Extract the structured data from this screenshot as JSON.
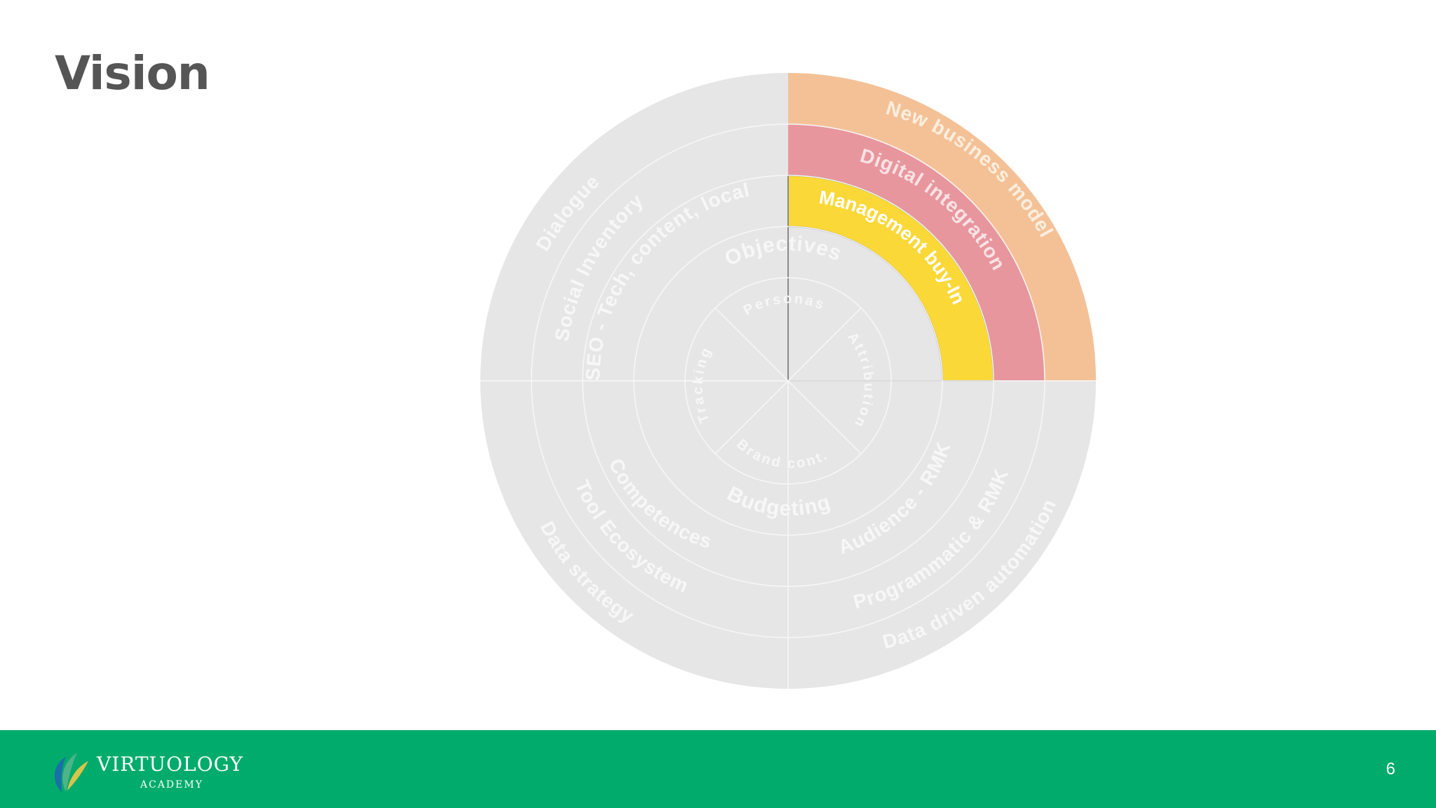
{
  "slide": {
    "title": "Vision",
    "page_number": "6"
  },
  "colors": {
    "ring_gray": "#e7e6e6",
    "new_business": "#f4c197",
    "digital": "#e8969e",
    "management": "#fad837",
    "footer": "#00ab6b",
    "divider": "#f7f7f7"
  },
  "diagram": {
    "center": {
      "top": "Personas",
      "right": "Attribution",
      "bottom": "Brand cont.",
      "left": "Tracking"
    },
    "ring2": {
      "top": "Objectives",
      "bottom": "Budgeting"
    },
    "top_left": [
      "SEO - Tech, content, local",
      "Social Inventory",
      "Dialogue"
    ],
    "top_right": [
      "Management buy-In",
      "Digital integration",
      "New business model"
    ],
    "bottom_left": [
      "Competences",
      "Tool Ecosystem",
      "Data strategy"
    ],
    "bottom_right": [
      "Audience - RMK",
      "Programmatic & RMK",
      "Data driven automation"
    ],
    "highlighted": "top_right"
  },
  "footer": {
    "logo_name": "VIRTUOLOGY",
    "logo_sub": "ACADEMY"
  }
}
